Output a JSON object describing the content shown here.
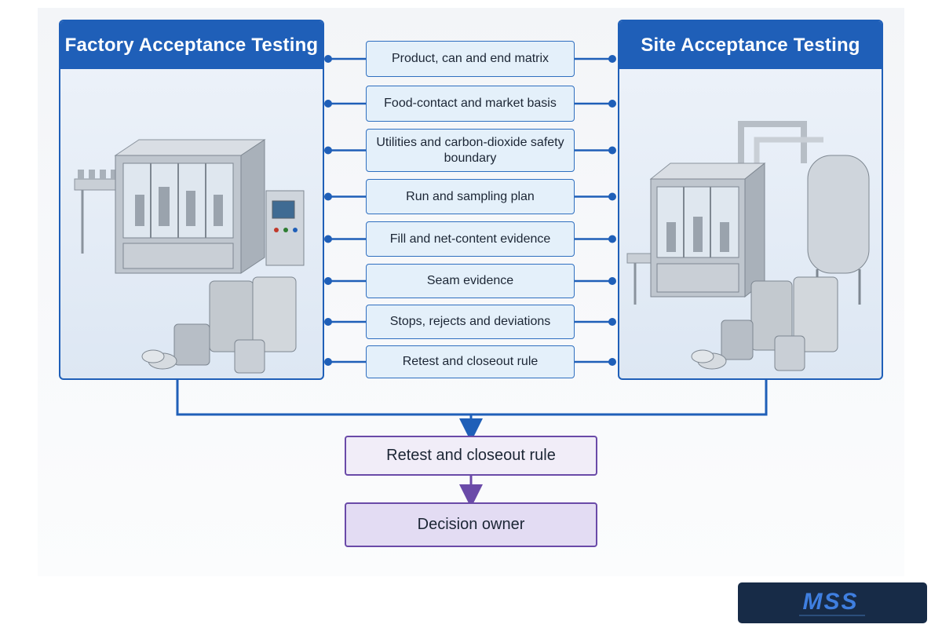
{
  "left_panel": {
    "title": "Factory Acceptance Testing",
    "image_icon": "filling-machine-illustration"
  },
  "right_panel": {
    "title": "Site Acceptance Testing",
    "image_icon": "filling-machine-with-tank-illustration"
  },
  "center_items": [
    "Product, can and end matrix",
    "Food-contact and market basis",
    "Utilities and carbon-dioxide safety boundary",
    "Run and sampling plan",
    "Fill and net-content evidence",
    "Seam evidence",
    "Stops, rejects and deviations",
    "Retest and closeout rule"
  ],
  "flow": {
    "step1": "Retest and closeout rule",
    "step2": "Decision owner"
  },
  "logo": {
    "text": "MSS",
    "icon": "mss-logo"
  },
  "colors": {
    "primary_blue": "#1f5fb8",
    "center_fill": "#e4f0fa",
    "flow_purple": "#6a4aa8",
    "logo_bg": "#172b47"
  }
}
